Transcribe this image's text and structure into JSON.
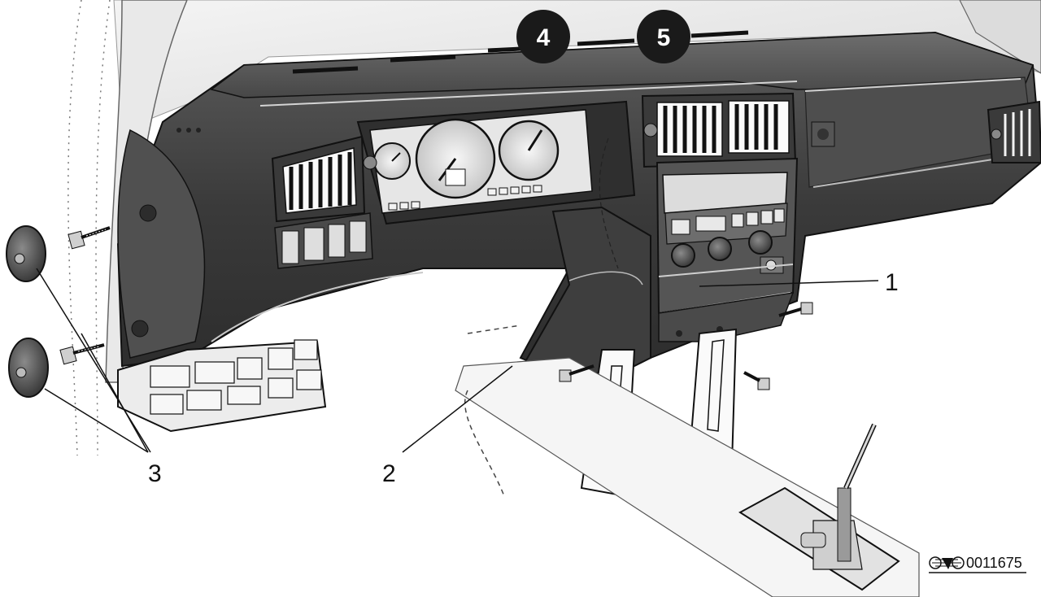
{
  "figure": {
    "callouts": [
      {
        "id": "1",
        "label": "1"
      },
      {
        "id": "2",
        "label": "2"
      },
      {
        "id": "3",
        "label": "3"
      }
    ],
    "badges": [
      {
        "id": "4",
        "label": "4"
      },
      {
        "id": "5",
        "label": "5"
      }
    ],
    "reference_number": "0011675",
    "colors": {
      "dash_dark": "#3c3c3c",
      "dash_mid": "#6a6a6a",
      "dash_light": "#9a9a9a",
      "line": "#111111",
      "badge_fill": "#1a1a1a",
      "background": "#ffffff"
    }
  }
}
